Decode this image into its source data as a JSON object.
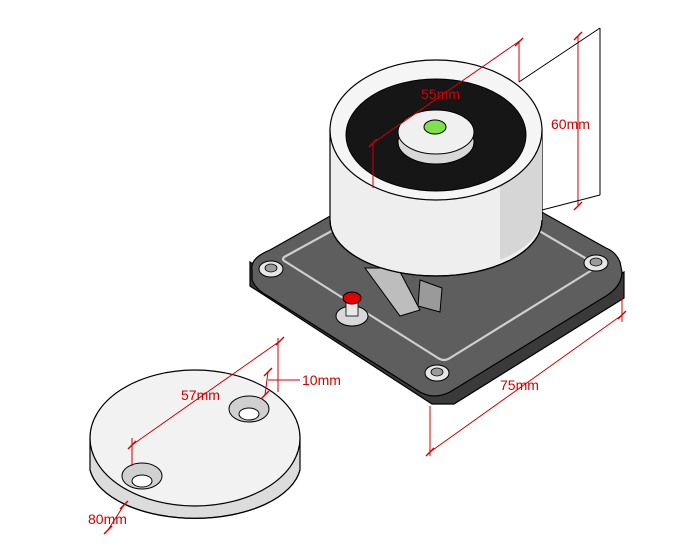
{
  "dimensions": {
    "magnet_diameter": "55mm",
    "magnet_height": "60mm",
    "base_width": "75mm",
    "plate_hole_spacing": "57mm",
    "plate_thickness": "10mm",
    "plate_diameter": "80mm"
  },
  "colors": {
    "dimension_line": "#d00000",
    "housing_light": "#f2f2f2",
    "housing_shade": "#cfcfcf",
    "base_dark": "#4a4a4a",
    "base_top": "#616161",
    "magnet_face": "#151515",
    "center_pin": "#7ee04a",
    "button": "#e00000"
  }
}
